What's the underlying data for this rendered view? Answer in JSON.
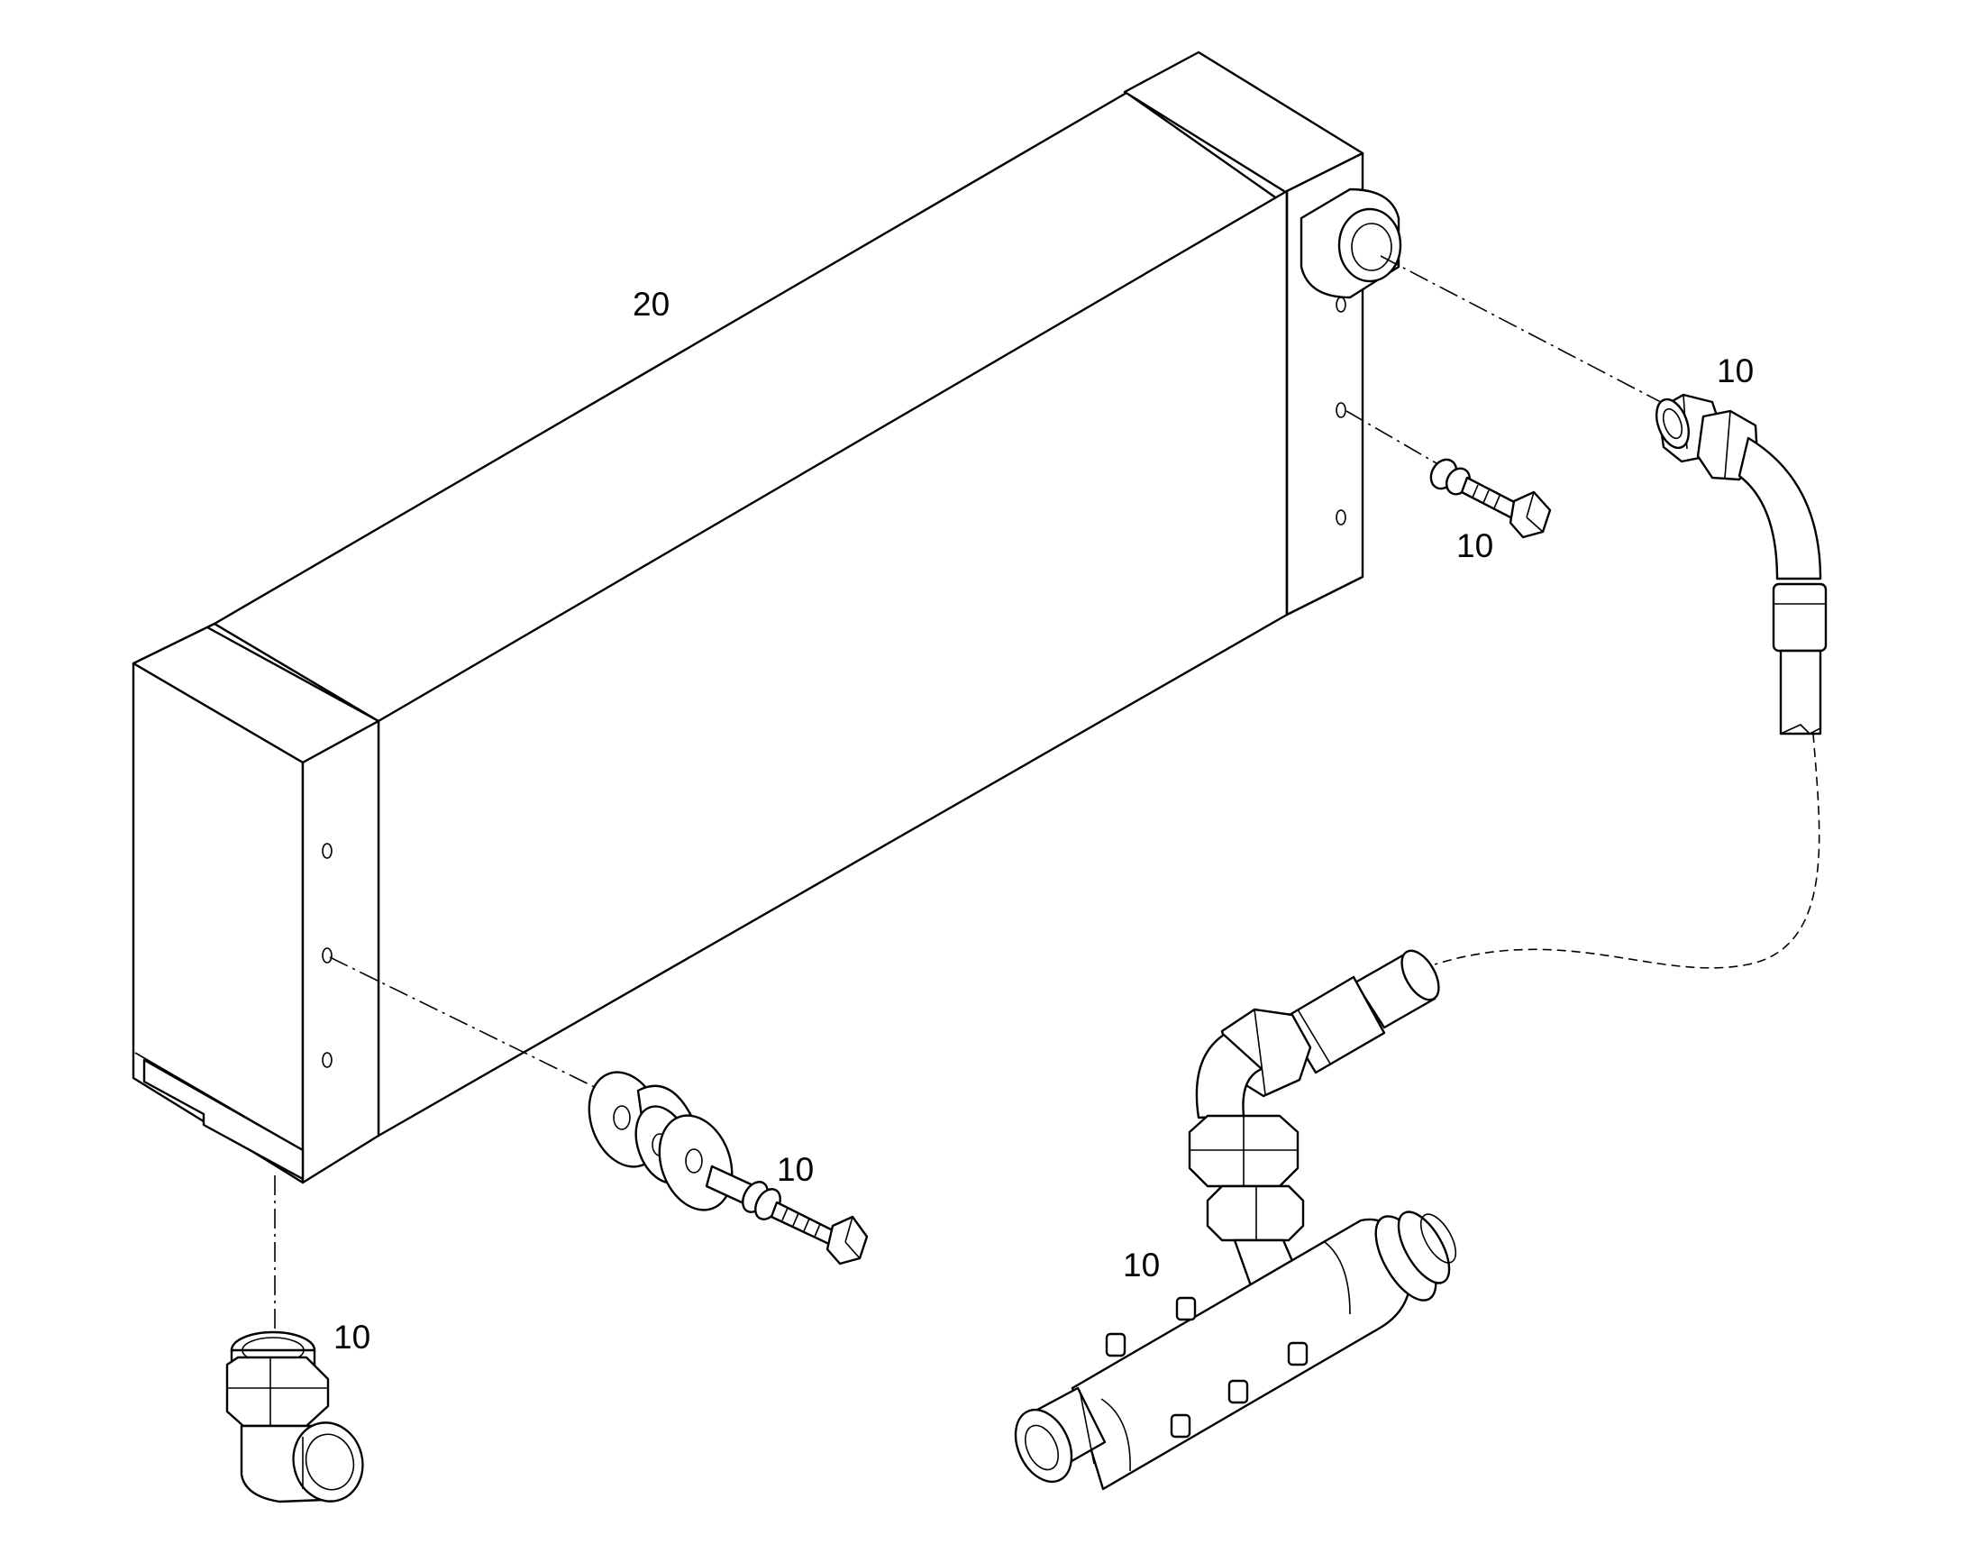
{
  "callouts": {
    "radiator": "20",
    "upper_elbow_hose": "10",
    "upper_bolt": "10",
    "mount_bolt": "10",
    "lower_elbow": "10",
    "manifold": "10"
  },
  "colors": {
    "line": "#000000",
    "background": "#ffffff"
  }
}
